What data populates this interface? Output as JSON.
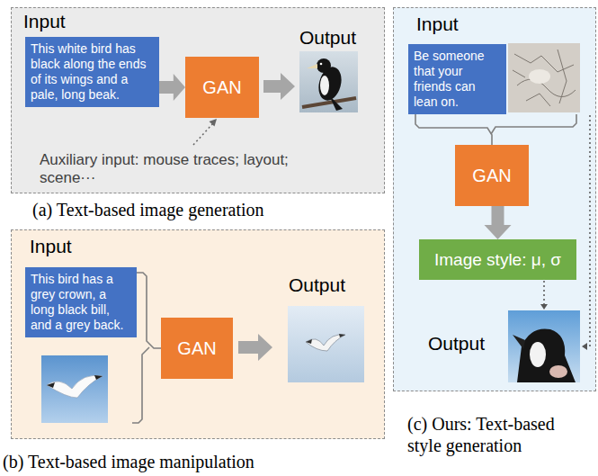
{
  "diagram": {
    "nodes": [
      {
        "text": [
          "Input",
          "Output",
          "Auxiliary input: mouse traces; layout; scene···",
          "(a) Text-based image generation"
        ]
      },
      {
        "text": [
          "This white bird has black along the ends of its wings and a pale, long beak."
        ],
        "in": 0
      },
      {
        "text": [
          "GAN"
        ],
        "in": 0
      },
      {
        "text": [
          "Input",
          "Output",
          "(b) Text-based image manipulation"
        ]
      },
      {
        "text": [
          "This bird has a grey crown, a long black bill, and a grey back."
        ],
        "in": 3
      },
      {
        "text": [
          "GAN"
        ],
        "in": 3
      },
      {
        "text": [
          "Input",
          "Output",
          "(c) Ours: Text-based style generation"
        ]
      },
      {
        "text": [
          "Be someone that your friends can lean on."
        ],
        "in": 6
      },
      {
        "text": [
          "GAN"
        ],
        "in": 6
      },
      {
        "text": [
          "Image style: μ, σ"
        ],
        "in": 6
      }
    ],
    "edges": [
      {
        "from": 1,
        "to": 2,
        "arrow": "to"
      },
      {
        "from": 4,
        "to": 5,
        "arrow": "none"
      },
      {
        "from": 7,
        "to": 8,
        "arrow": "none"
      },
      {
        "from": 8,
        "to": 9,
        "arrow": "to"
      }
    ]
  }
}
